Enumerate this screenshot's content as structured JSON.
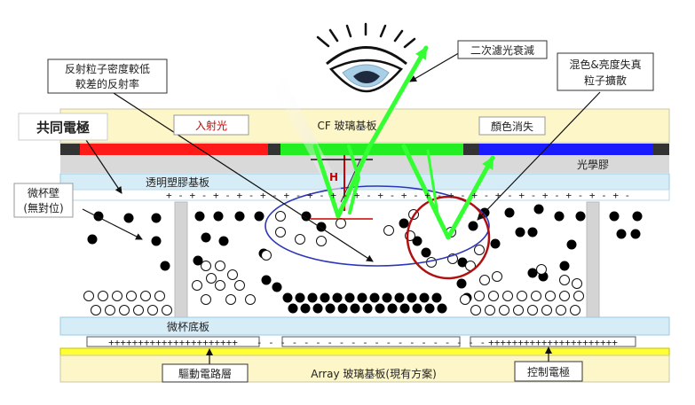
{
  "labels": {
    "double_filter_attenuation": "二次濾光衰減",
    "reflective_particle_low_density": [
      "反射粒子密度較低",
      "較差的反射率"
    ],
    "color_mix_brightness_distortion": [
      "混色&亮度失真",
      "粒子擴散"
    ],
    "common_electrode": "共同電極",
    "incident_light": "入射光",
    "cf_glass_substrate": "CF 玻璃基板",
    "color_vanish": "顏色消失",
    "optical_adhesive": "光學膠",
    "transparent_plastic_substrate": "透明塑膠基板",
    "micro_cup_wall": [
      "微杯壁",
      "(無對位)"
    ],
    "height_marker": "H",
    "micro_cup_bottom": "微杯底板",
    "driving_circuit_layer": "驅動電路層",
    "array_glass_substrate": "Array 玻璃基板(現有方案)",
    "control_electrode": "控制電極"
  },
  "charges": {
    "top_row": "+ - + - + - + - + - + - + - + - + - + - + - + - + - + - + - + - + - + - + - + -",
    "electrode_left": "++++++++++++++++++++++",
    "electrode_mid": "- - - - - - - - - - - - - - - - - - - -",
    "electrode_right": "++++++++++++++++++++++"
  },
  "colors": {
    "cf_glass": "#fdf6c8",
    "red_filter": "#ff1a1a",
    "green_filter": "#22ee22",
    "blue_filter": "#1a1aff",
    "optical_adhesive": "#d9d9d9",
    "plastic_substrate": "#d6ecf7",
    "array_glass": "#ffff33",
    "green_ray": "#33ff33",
    "ellipse_blue": "#2b36b8",
    "circle_red": "#b01010"
  },
  "icons": {
    "eye": "eye-icon"
  }
}
